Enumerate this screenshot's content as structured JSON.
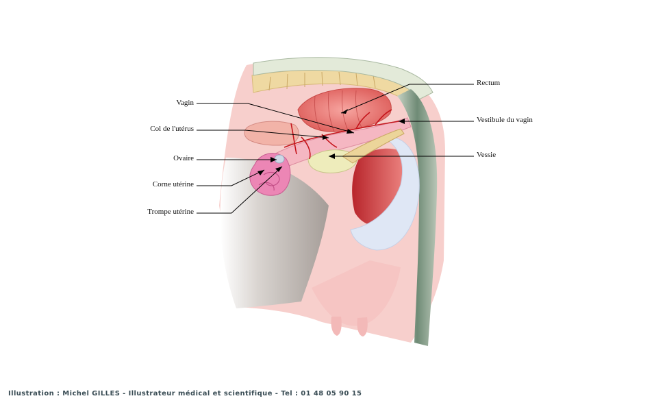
{
  "labels": {
    "vagin": "Vagin",
    "col_uterus": "Col de l'utérus",
    "ovaire": "Ovaire",
    "corne_uterine": "Corne utérine",
    "trompe_uterine": "Trompe utérine",
    "rectum": "Rectum",
    "vestibule_vagin": "Vestibule du vagin",
    "vessie": "Vessie"
  },
  "credit": "Illustration : Michel GILLES - Illustrateur médical et scientifique  - Tel : 01 48 05 90 15",
  "colors": {
    "skin": "#f6c9c6",
    "abdomen_shadow": "#b9b2ad",
    "spine": "#ecd59a",
    "rectum": "#e86a67",
    "uterus": "#f2a6b8",
    "ovary": "#ea7fb1",
    "bladder": "#eceab9",
    "muscle": "#d9474a",
    "fat_blue": "#dde6f4",
    "tail_hair": "#7f9a84",
    "artery": "#c5151c",
    "leader": "#000000",
    "credit_text": "#3a4d55"
  }
}
